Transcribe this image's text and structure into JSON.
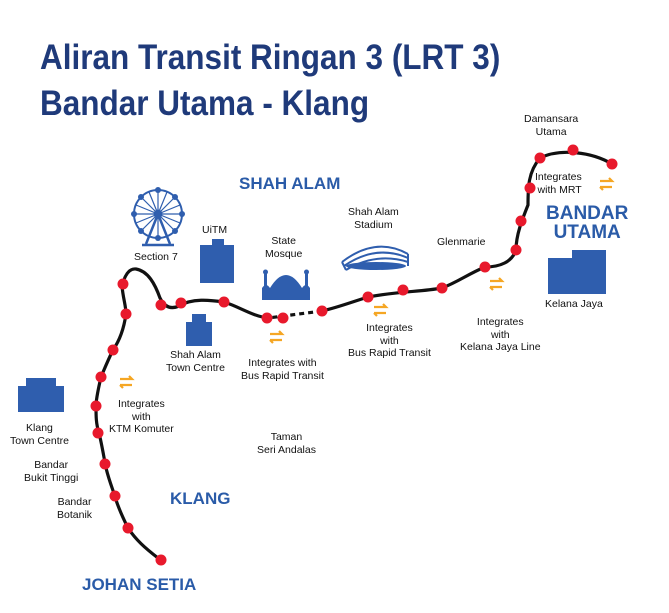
{
  "title": {
    "line1": "Aliran Transit Ringan 3 (LRT 3)",
    "line2": "Bandar Utama - Klang"
  },
  "regions": {
    "shah_alam": "SHAH ALAM",
    "bandar_utama": "BANDAR\nUTAMA",
    "klang": "KLANG",
    "johan_setia": "JOHAN SETIA"
  },
  "labels": {
    "damansara_utama": "Damansara\nUtama",
    "integrates_mrt": "Integrates\nwith MRT",
    "glenmarie": "Glenmarie",
    "shah_alam_stadium": "Shah Alam\nStadium",
    "state_mosque": "State\nMosque",
    "uitm": "UiTM",
    "section_7": "Section 7",
    "shah_alam_town_centre": "Shah Alam\nTown Centre",
    "integrates_brt_1": "Integrates with\nBus Rapid Transit",
    "integrates_brt_2": "Integrates\nwith\nBus Rapid Transit",
    "integrates_kelana_jaya_line": "Integrates\nwith\nKelana Jaya Line",
    "kelana_jaya": "Kelana Jaya",
    "integrates_ktm": "Integrates\nwith\nKTM Komuter",
    "klang_town_centre": "Klang\nTown Centre",
    "bandar_bukit_tinggi": "Bandar\nBukit Tinggi",
    "bandar_botanik": "Bandar\nBotanik",
    "taman_seri_andalas": "Taman\nSeri Andalas"
  },
  "colors": {
    "title": "#1f3a7a",
    "region": "#2a5ba8",
    "line": "#111111",
    "station": "#e8192c",
    "interchange_arrow": "#f5a623",
    "building": "#2f5eae"
  },
  "icons": {
    "interchange": "interchange-arrows-icon",
    "ferris_wheel": "ferris-wheel-icon",
    "mosque": "mosque-icon",
    "stadium": "stadium-icon",
    "building": "building-icon"
  }
}
